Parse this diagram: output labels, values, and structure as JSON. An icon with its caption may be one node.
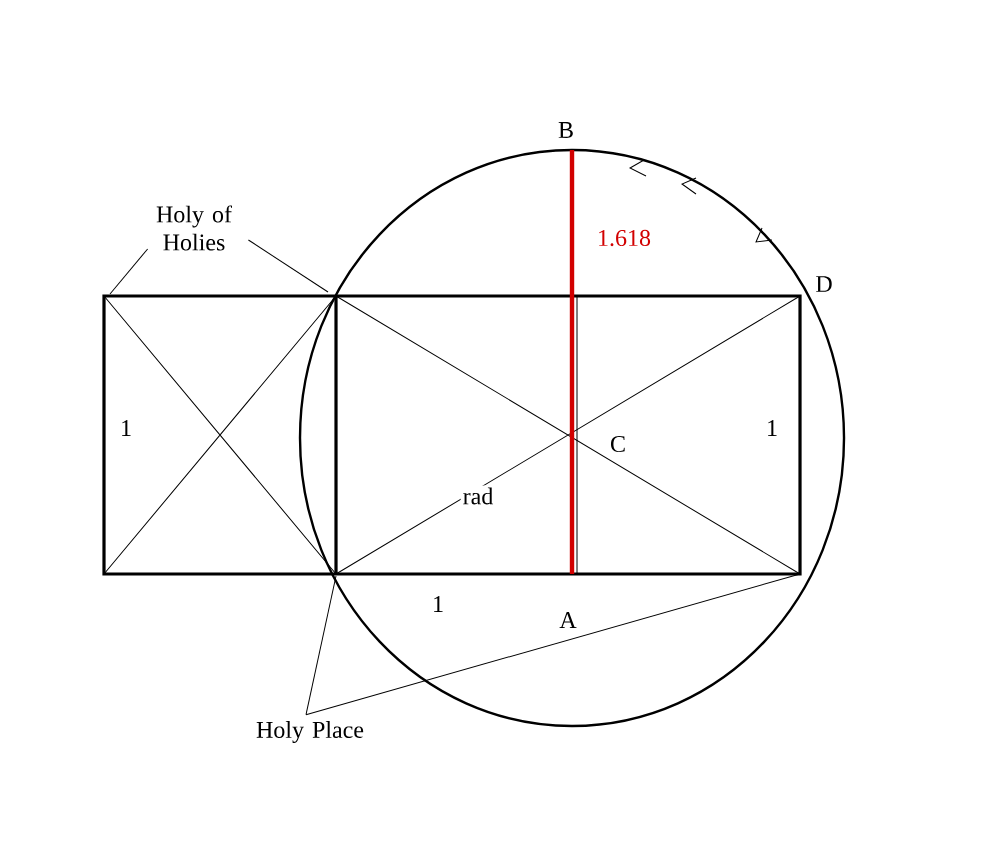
{
  "diagram": {
    "nodes": [
      {
        "text": [
          "Holy of Holies"
        ]
      },
      {
        "text": [
          "Holy Place"
        ]
      }
    ],
    "edges": [
      {
        "from": 0,
        "to": null,
        "arrow": "none"
      },
      {
        "from": 0,
        "to": null,
        "arrow": "none"
      },
      {
        "from": 1,
        "to": null,
        "arrow": "none"
      },
      {
        "from": 1,
        "to": null,
        "arrow": "none"
      }
    ],
    "labels": [
      "B",
      "1.618",
      "D",
      "1",
      "C",
      "1",
      "rad",
      "1",
      "A"
    ]
  }
}
